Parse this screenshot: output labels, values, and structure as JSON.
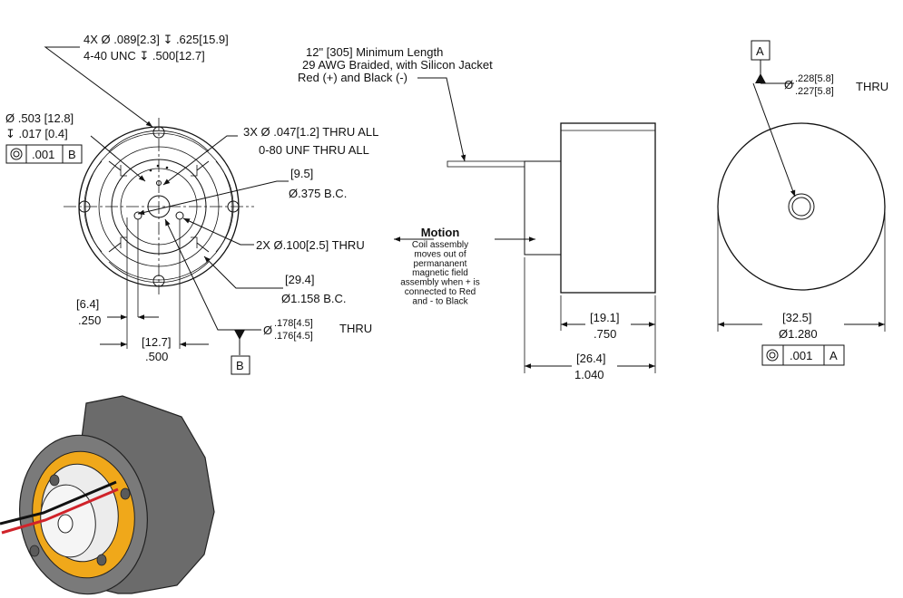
{
  "front_view": {
    "callout_mount_1": "4X Ø .089[2.3] ↧ .625[15.9]",
    "callout_mount_2": "4-40 UNC ↧ .500[12.7]",
    "callout_counterbore_1": "Ø .503 [12.8]",
    "callout_counterbore_2": "↧ .017 [0.4]",
    "fcf_b_value": ".001",
    "fcf_b_datum": "B",
    "callout_thru_1": "3X Ø .047[1.2] THRU ALL",
    "callout_thru_2": "0-80 UNF THRU ALL",
    "callout_bc_small_1": "[9.5]",
    "callout_bc_small_2": "Ø.375 B.C.",
    "callout_2x_holes": "2X Ø.100[2.5] THRU",
    "callout_bc_large_1": "[29.4]",
    "callout_bc_large_2": "Ø1.158 B.C.",
    "callout_bore_prefix": "Ø",
    "callout_bore_upper": ".178[4.5]",
    "callout_bore_lower": ".176[4.5]",
    "callout_bore_suffix": "THRU",
    "datum_b": "B",
    "dim_offset_mm": "[6.4]",
    "dim_offset_in": ".250",
    "dim_width_mm": "[12.7]",
    "dim_width_in": ".500"
  },
  "lead_note": {
    "line1": "12\" [305] Minimum Length",
    "line2": "29 AWG Braided, with Silicon Jacket",
    "line3": "Red (+) and Black (-)"
  },
  "motion_note": {
    "title": "Motion",
    "lines": [
      "Coil assembly",
      "moves out of",
      "permananent",
      "magnetic field",
      "assembly when + is",
      "connected to Red",
      "and - to Black"
    ]
  },
  "side_view": {
    "dim_body_mm": "[19.1]",
    "dim_body_in": ".750",
    "dim_total_mm": "[26.4]",
    "dim_total_in": "1.040"
  },
  "end_view": {
    "datum_a": "A",
    "callout_bore_prefix": "Ø",
    "callout_bore_upper": ".228[5.8]",
    "callout_bore_lower": ".227[5.8]",
    "callout_bore_suffix": "THRU",
    "dim_dia_mm": "[32.5]",
    "dim_dia_in": "Ø1.280",
    "fcf_a_value": ".001",
    "fcf_a_datum": "A"
  },
  "colors": {
    "housing": "#6b6b6b",
    "magnet": "#f0a81a",
    "coil": "#ececec",
    "wire_red": "#d0232a",
    "wire_black": "#111111"
  }
}
